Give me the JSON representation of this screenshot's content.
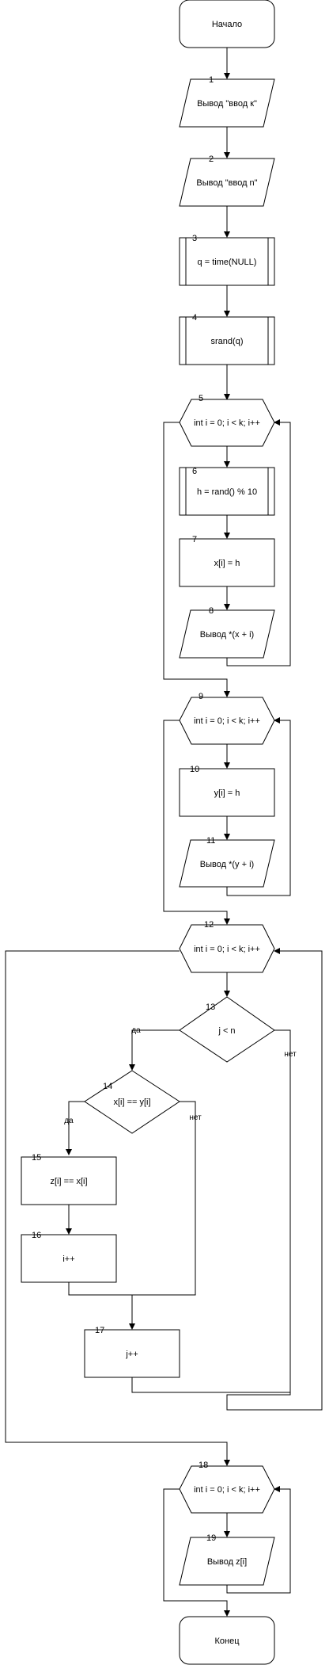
{
  "blocks": {
    "start": {
      "number": "",
      "text": "Начало"
    },
    "b1": {
      "number": "1",
      "text": "Вывод \"ввод к\""
    },
    "b2": {
      "number": "2",
      "text": "Вывод \"ввод n\""
    },
    "b3": {
      "number": "3",
      "text": "q = time(NULL)"
    },
    "b4": {
      "number": "4",
      "text": "srand(q)"
    },
    "b5": {
      "number": "5",
      "text": "int i = 0; i < k; i++"
    },
    "b6": {
      "number": "6",
      "text": "h = rand() % 10"
    },
    "b7": {
      "number": "7",
      "text": "x[i] = h"
    },
    "b8": {
      "number": "8",
      "text": "Вывод *(x + i)"
    },
    "b9": {
      "number": "9",
      "text": "int i = 0; i < k; i++"
    },
    "b10": {
      "number": "10",
      "text": "y[i] = h"
    },
    "b11": {
      "number": "11",
      "text": "Вывод *(y + i)"
    },
    "b12": {
      "number": "12",
      "text": "int i = 0; i < k; i++"
    },
    "b13": {
      "number": "13",
      "text": "j < n"
    },
    "b14": {
      "number": "14",
      "text": "x[i] == y[i]"
    },
    "b15": {
      "number": "15",
      "text": "z[i] == x[i]"
    },
    "b16": {
      "number": "16",
      "text": "i++"
    },
    "b17": {
      "number": "17",
      "text": "j++"
    },
    "b18": {
      "number": "18",
      "text": "int i = 0; i < k; i++"
    },
    "b19": {
      "number": "19",
      "text": "Вывод z[i]"
    },
    "end": {
      "number": "",
      "text": "Конец"
    }
  },
  "edge_labels": {
    "b13_yes": "да",
    "b13_no": "нет",
    "b14_yes": "да",
    "b14_no": "нет"
  }
}
